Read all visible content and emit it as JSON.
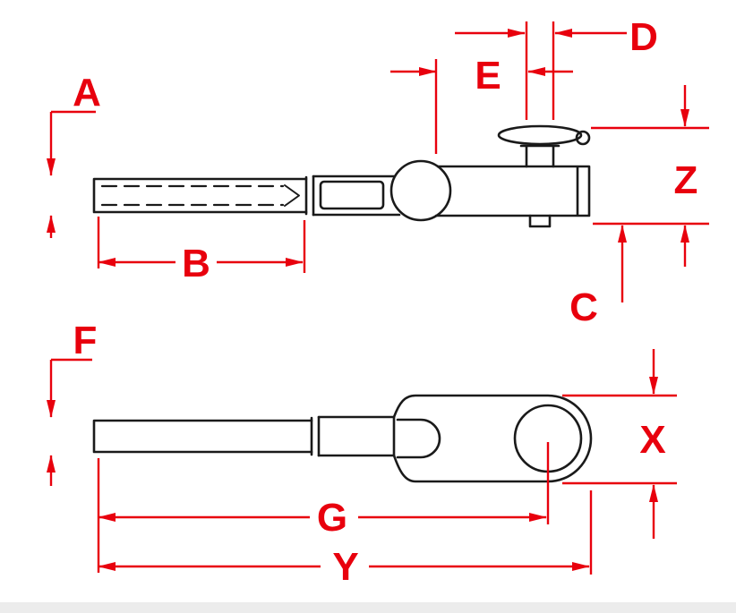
{
  "drawing": {
    "description": "Two-view technical dimension drawing of swage stud terminals: top view shows a swage toggle jaw with clevis pin, bottom view shows a swage eye terminal.",
    "views": {
      "top": "swage-toggle-jaw-terminal",
      "bottom": "swage-eye-terminal"
    }
  },
  "labels": {
    "A": "A",
    "B": "B",
    "C": "C",
    "D": "D",
    "E": "E",
    "F": "F",
    "G": "G",
    "X": "X",
    "Y": "Y",
    "Z": "Z"
  },
  "colors": {
    "dimension_red": "#e8000d",
    "line_black": "#1a1a1a",
    "background": "#ffffff",
    "footer_strip": "#ececec"
  }
}
